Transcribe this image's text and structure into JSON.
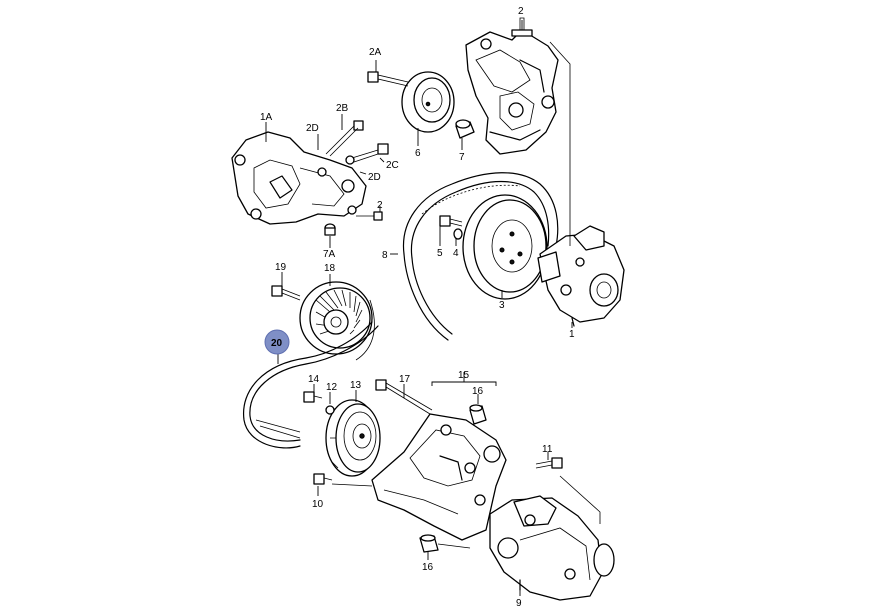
{
  "diagram": {
    "labels": {
      "p1": "1",
      "p1A": "1A",
      "p2": "2",
      "p2_top": "2",
      "p2A": "2A",
      "p2B": "2B",
      "p2C": "2C",
      "p2D_a": "2D",
      "p2D_b": "2D",
      "p3": "3",
      "p4": "4",
      "p5": "5",
      "p6": "6",
      "p7": "7",
      "p7A": "7A",
      "p8": "8",
      "p9": "9",
      "p10": "10",
      "p11": "11",
      "p12": "12",
      "p13": "13",
      "p14": "14",
      "p15": "15",
      "p16_a": "16",
      "p16_b": "16",
      "p17": "17",
      "p18": "18",
      "p19": "19",
      "p20": "20"
    },
    "highlighted_label": "20",
    "highlight_color": "#7f8fc6"
  }
}
